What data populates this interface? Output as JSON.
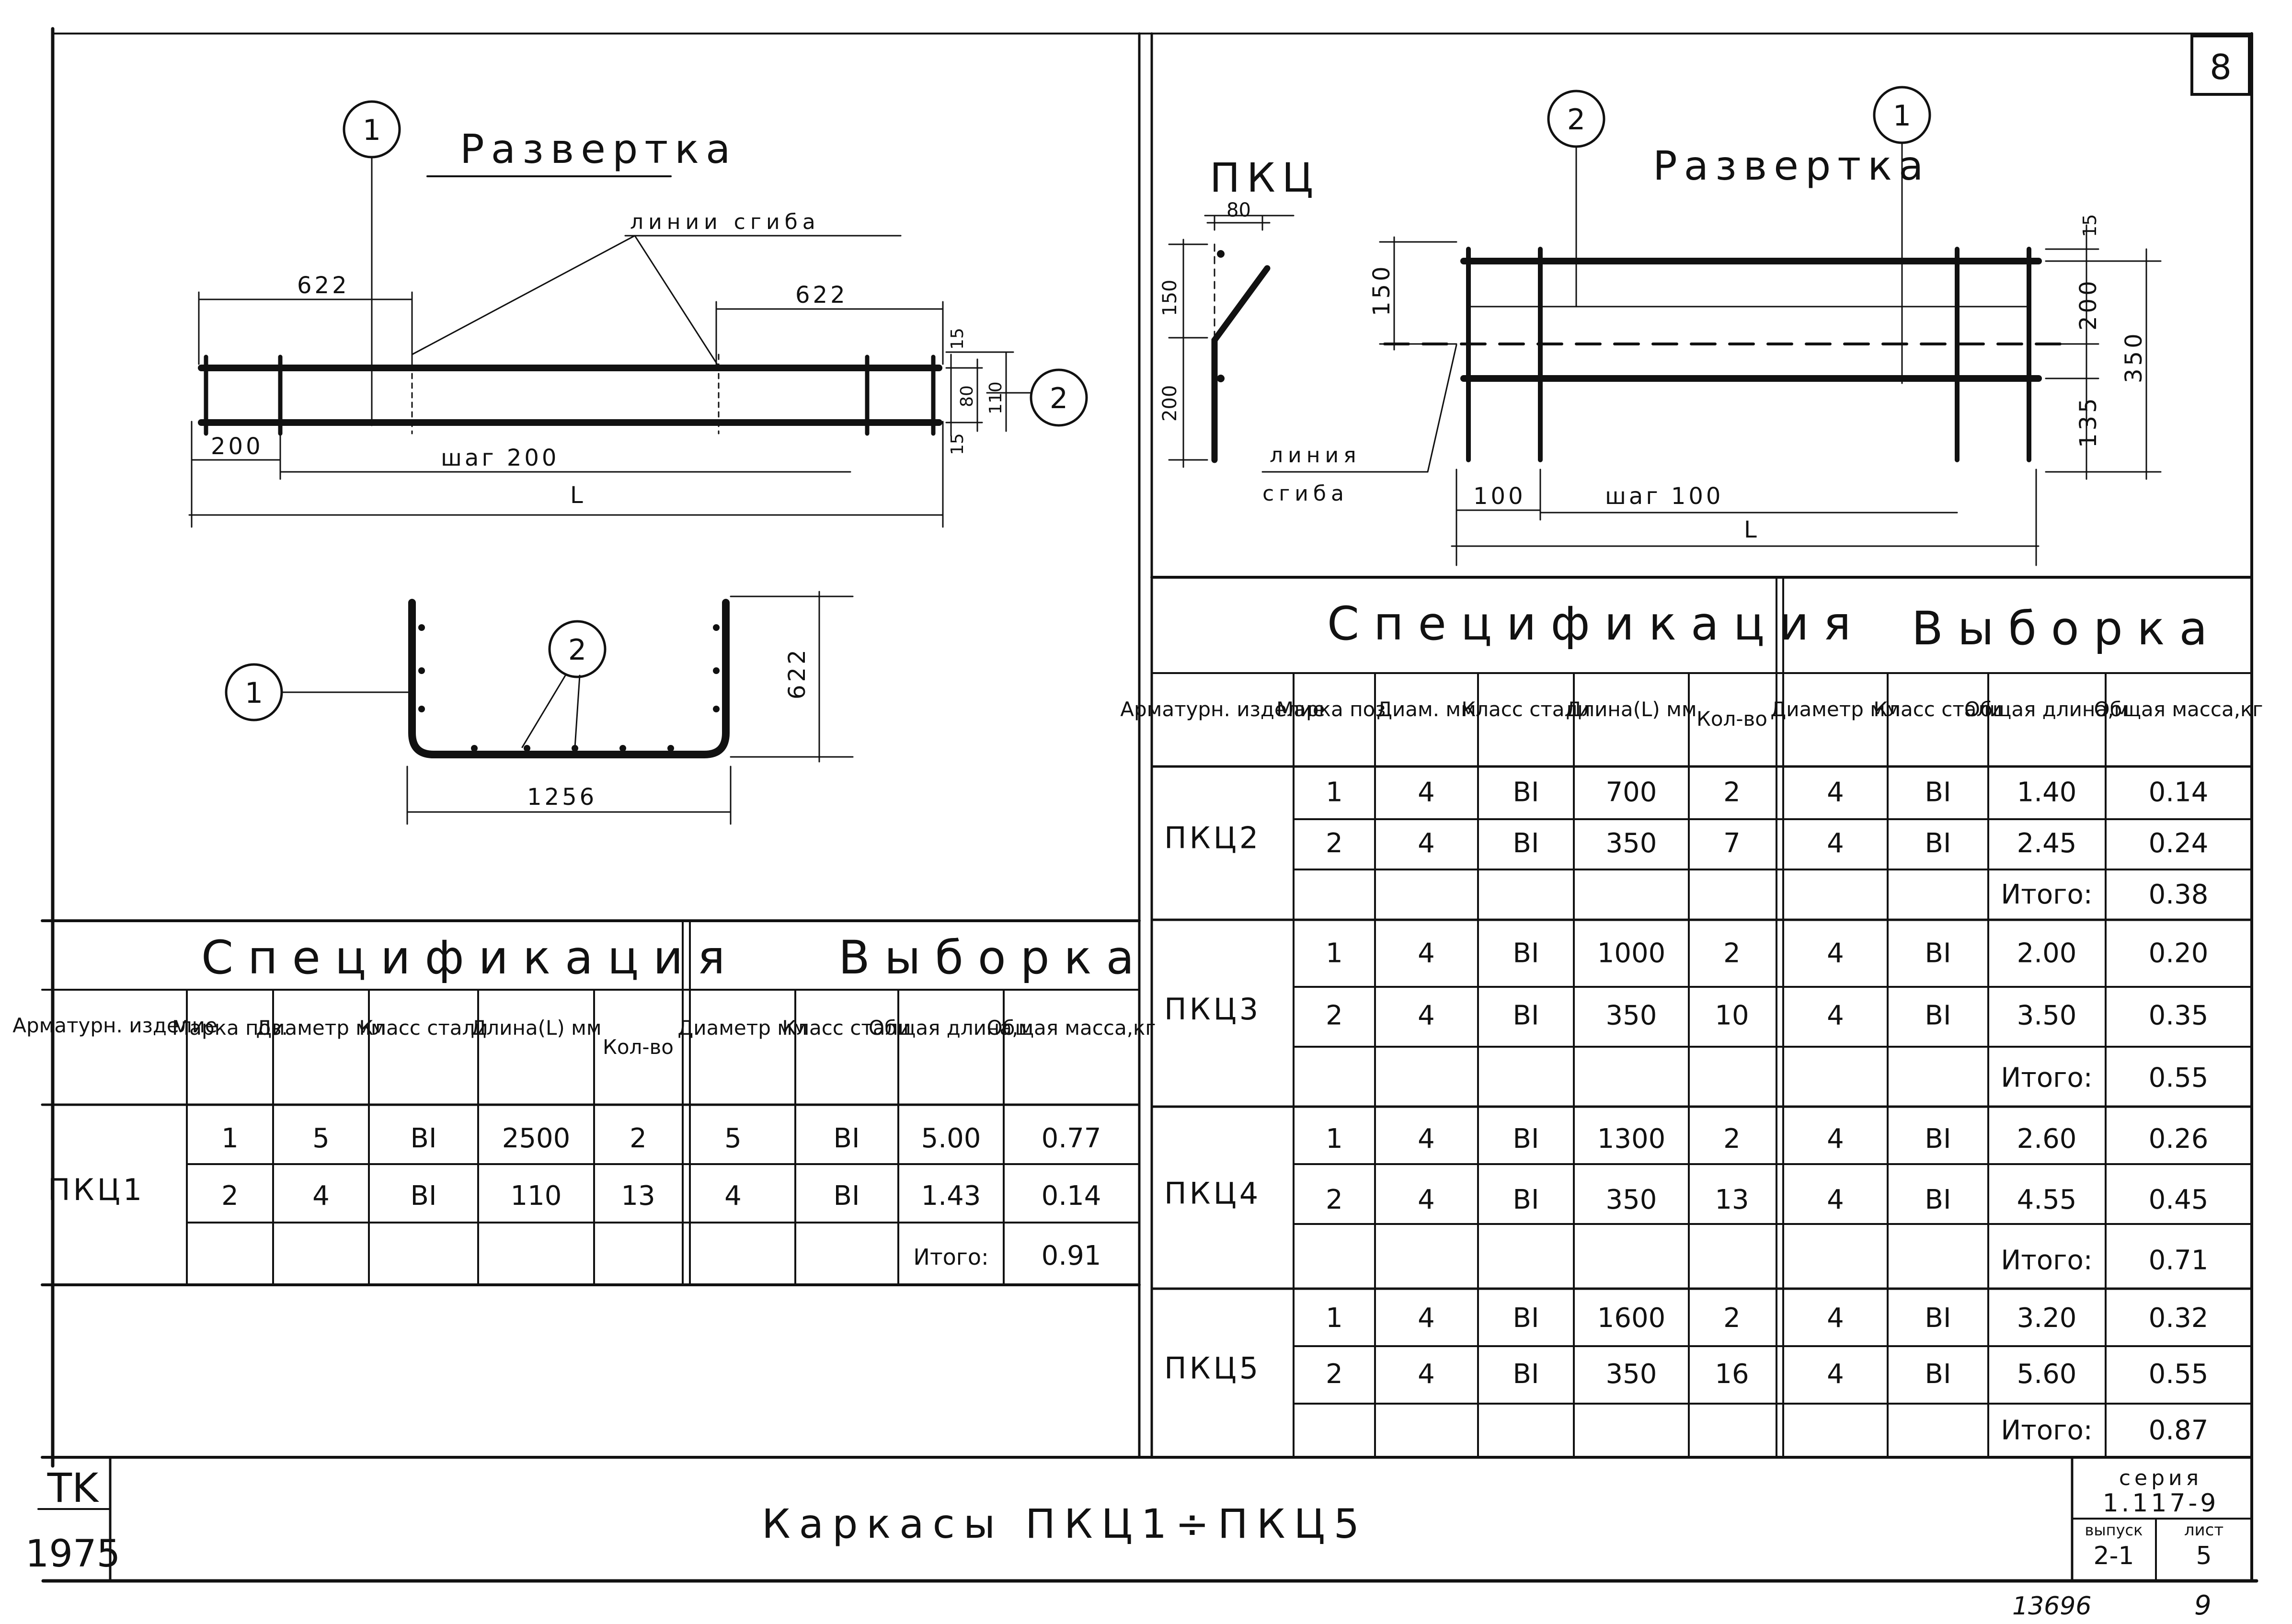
{
  "sheet_number": "8",
  "left": {
    "development_title": "Развертка",
    "callout_1": "1",
    "callout_2": "2",
    "bend_lines_label": "линии сгиба",
    "dim_622_left": "622",
    "dim_622_right": "622",
    "dim_200": "200",
    "step_label": "шаг 200",
    "dim_L": "L",
    "dim_15_top": "15",
    "dim_80": "80",
    "dim_110": "110",
    "dim_15_bottom": "15",
    "u_dim_622": "622",
    "u_dim_1256": "1256",
    "spec_title": "Спецификация",
    "sel_title": "Выборка",
    "spec_headers": [
      "Арматурн. изделие",
      "Марка поз.",
      "Диаметр мм",
      "Класс стали",
      "Длина(L) мм",
      "Кол-во"
    ],
    "sel_headers": [
      "Диаметр мм",
      "Класс стали",
      "Общая длина,м",
      "Общая масса,кг"
    ],
    "product": "ПКЦ1",
    "rows": [
      {
        "pos": "1",
        "dia": "5",
        "cls": "BI",
        "len": "2500",
        "qty": "2",
        "sdia": "5",
        "scls": "BI",
        "slen": "5.00",
        "smass": "0.77"
      },
      {
        "pos": "2",
        "dia": "4",
        "cls": "BI",
        "len": "110",
        "qty": "13",
        "sdia": "4",
        "scls": "BI",
        "slen": "1.43",
        "smass": "0.14"
      }
    ],
    "total_label": "Итого:",
    "total": "0.91"
  },
  "right": {
    "section_label": "ПКЦ",
    "dim_80": "80",
    "dim_150_left": "150",
    "dim_200_left": "200",
    "bend_line_label_1": "линия",
    "bend_line_label_2": "сгиба",
    "development_title": "Развертка",
    "callout_2": "2",
    "callout_1": "1",
    "dim_150": "150",
    "dim_15": "15",
    "dim_200": "200",
    "dim_135": "135",
    "dim_350": "350",
    "dim_100": "100",
    "step_label": "шаг 100",
    "dim_L": "L",
    "spec_title": "Спецификация",
    "sel_title": "Выборка",
    "spec_headers": [
      "Арматурн. изделие",
      "Марка поз.",
      "Диам. мм",
      "Класс стали",
      "Длина(L) мм",
      "Кол-во"
    ],
    "sel_headers": [
      "Диаметр мм",
      "Класс стали",
      "Общая длина,м",
      "Общая масса,кг"
    ],
    "total_label": "Итого:",
    "groups": [
      {
        "product": "ПКЦ2",
        "rows": [
          {
            "pos": "1",
            "dia": "4",
            "cls": "BI",
            "len": "700",
            "qty": "2",
            "sdia": "4",
            "scls": "BI",
            "slen": "1.40",
            "smass": "0.14"
          },
          {
            "pos": "2",
            "dia": "4",
            "cls": "BI",
            "len": "350",
            "qty": "7",
            "sdia": "4",
            "scls": "BI",
            "slen": "2.45",
            "smass": "0.24"
          }
        ],
        "total": "0.38"
      },
      {
        "product": "ПКЦ3",
        "rows": [
          {
            "pos": "1",
            "dia": "4",
            "cls": "BI",
            "len": "1000",
            "qty": "2",
            "sdia": "4",
            "scls": "BI",
            "slen": "2.00",
            "smass": "0.20"
          },
          {
            "pos": "2",
            "dia": "4",
            "cls": "BI",
            "len": "350",
            "qty": "10",
            "sdia": "4",
            "scls": "BI",
            "slen": "3.50",
            "smass": "0.35"
          }
        ],
        "total": "0.55"
      },
      {
        "product": "ПКЦ4",
        "rows": [
          {
            "pos": "1",
            "dia": "4",
            "cls": "BI",
            "len": "1300",
            "qty": "2",
            "sdia": "4",
            "scls": "BI",
            "slen": "2.60",
            "smass": "0.26"
          },
          {
            "pos": "2",
            "dia": "4",
            "cls": "BI",
            "len": "350",
            "qty": "13",
            "sdia": "4",
            "scls": "BI",
            "slen": "4.55",
            "smass": "0.45"
          }
        ],
        "total": "0.71"
      },
      {
        "product": "ПКЦ5",
        "rows": [
          {
            "pos": "1",
            "dia": "4",
            "cls": "BI",
            "len": "1600",
            "qty": "2",
            "sdia": "4",
            "scls": "BI",
            "slen": "3.20",
            "smass": "0.32"
          },
          {
            "pos": "2",
            "dia": "4",
            "cls": "BI",
            "len": "350",
            "qty": "16",
            "sdia": "4",
            "scls": "BI",
            "slen": "5.60",
            "smass": "0.55"
          }
        ],
        "total": "0.87"
      }
    ]
  },
  "title_block": {
    "stamp_top": "TK",
    "stamp_bottom": "1975",
    "title": "Каркасы  ПКЦ1÷ПКЦ5",
    "series_label": "серия",
    "series_value": "1.117-9",
    "issue_label": "выпуск",
    "issue_value": "2-1",
    "sheet_label": "лист",
    "sheet_value": "5"
  },
  "footer": {
    "archive_number": "13696",
    "page": "9"
  }
}
